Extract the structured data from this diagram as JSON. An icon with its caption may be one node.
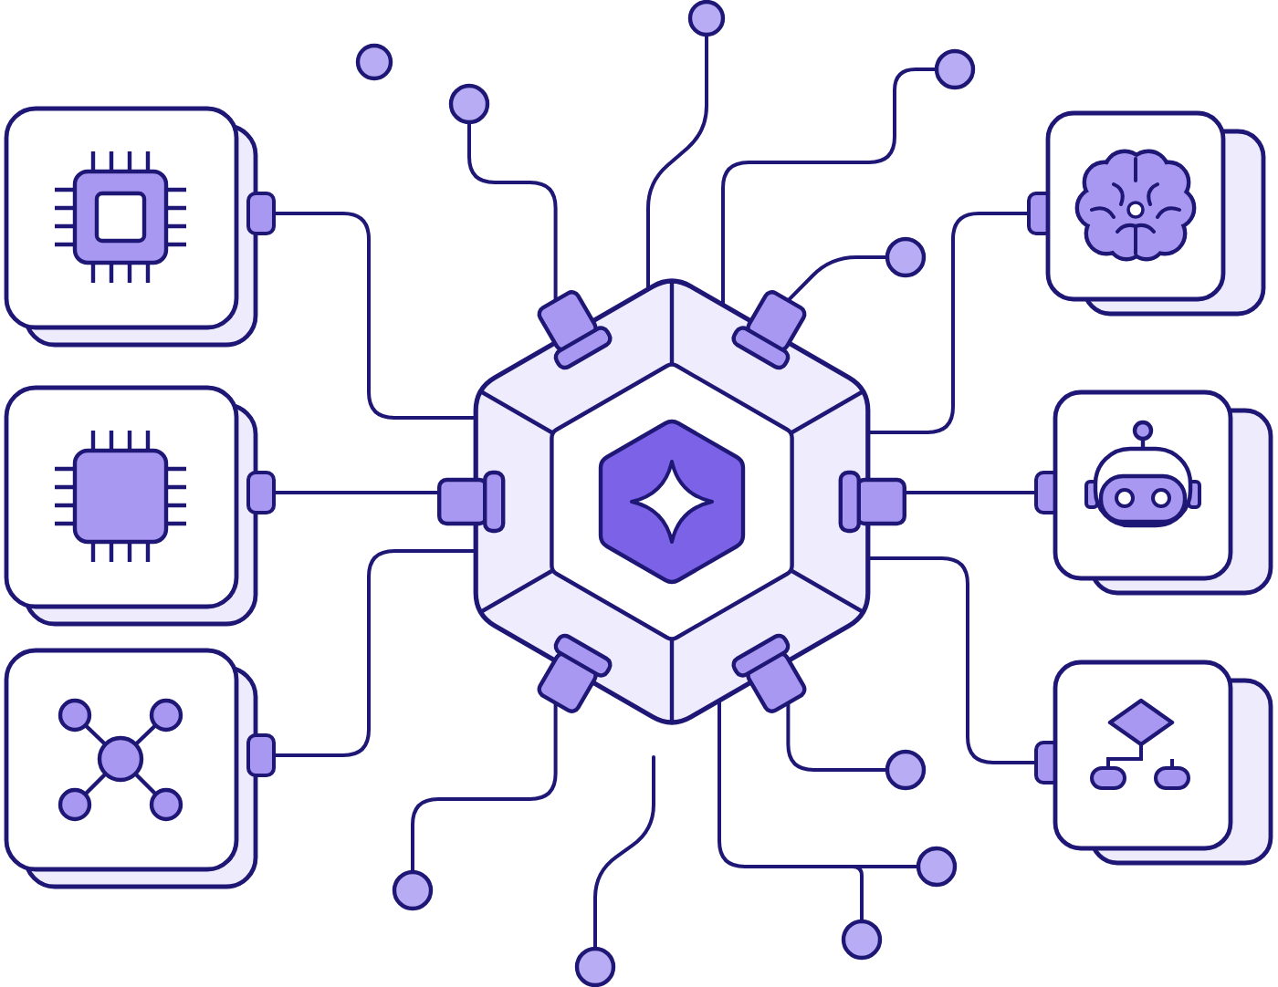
{
  "diagram": {
    "nodes": [
      {
        "text": [],
        "shape": "box"
      },
      {
        "text": [],
        "shape": "box"
      },
      {
        "text": [],
        "shape": "box"
      },
      {
        "text": [],
        "shape": "hexagon"
      },
      {
        "text": [],
        "shape": "box"
      },
      {
        "text": [],
        "shape": "box"
      },
      {
        "text": [],
        "shape": "box"
      },
      {
        "text": [],
        "shape": "circle"
      },
      {
        "text": [],
        "shape": "circle"
      },
      {
        "text": [],
        "shape": "circle"
      },
      {
        "text": [],
        "shape": "circle"
      },
      {
        "text": [],
        "shape": "circle"
      },
      {
        "text": [],
        "shape": "circle"
      },
      {
        "text": [],
        "shape": "circle"
      },
      {
        "text": [],
        "shape": "circle"
      },
      {
        "text": [],
        "shape": "circle"
      },
      {
        "text": [],
        "shape": "circle"
      }
    ],
    "edges": [
      {
        "from": 0,
        "to": 3,
        "arrow": "none"
      },
      {
        "from": 1,
        "to": 3,
        "arrow": "none"
      },
      {
        "from": 2,
        "to": 3,
        "arrow": "none"
      },
      {
        "from": 3,
        "to": 4,
        "arrow": "none"
      },
      {
        "from": 3,
        "to": 5,
        "arrow": "none"
      },
      {
        "from": 3,
        "to": 6,
        "arrow": "none"
      },
      {
        "from": 3,
        "to": 8,
        "arrow": "none"
      },
      {
        "from": 3,
        "to": 9,
        "arrow": "none"
      },
      {
        "from": 3,
        "to": 10,
        "arrow": "none"
      },
      {
        "from": 3,
        "to": 11,
        "arrow": "none"
      },
      {
        "from": 3,
        "to": 12,
        "arrow": "none"
      },
      {
        "from": null,
        "to": 13,
        "arrow": "none"
      },
      {
        "from": 3,
        "to": 14,
        "arrow": "none"
      },
      {
        "from": 3,
        "to": 15,
        "arrow": "none"
      },
      {
        "from": 3,
        "to": 16,
        "arrow": "none"
      }
    ]
  }
}
